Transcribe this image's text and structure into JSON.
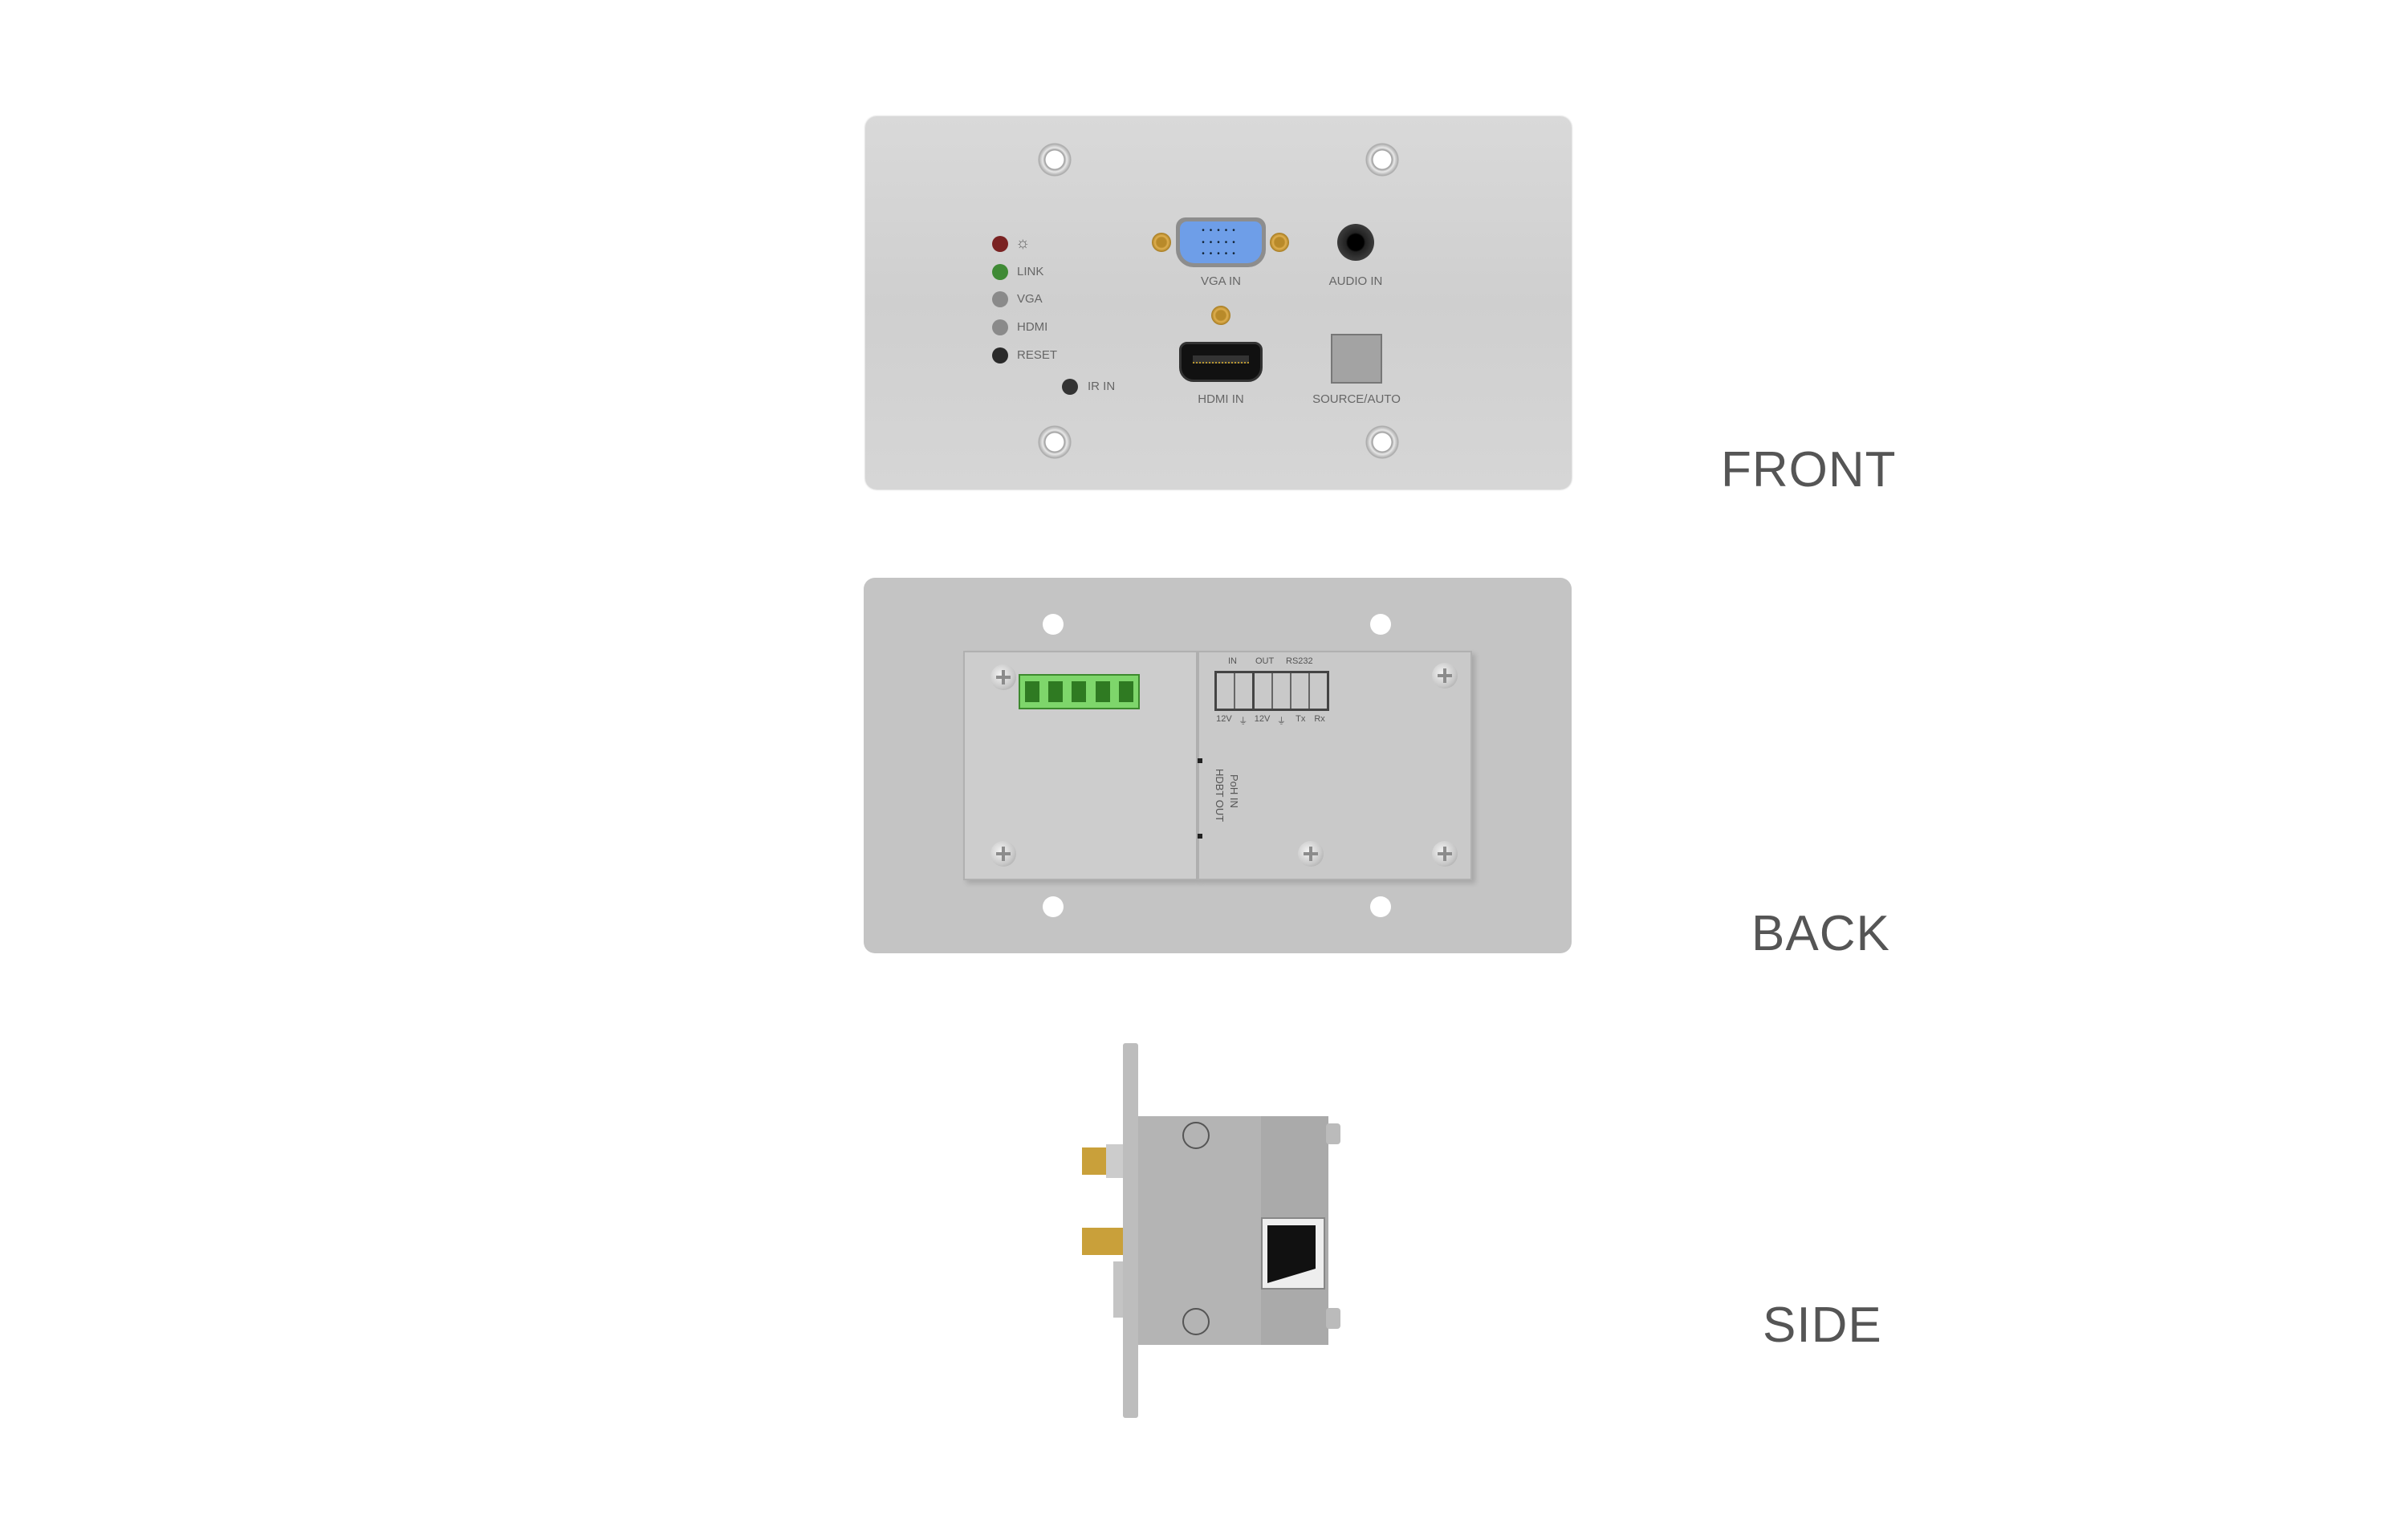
{
  "views": {
    "front": {
      "title": "FRONT",
      "leds": [
        {
          "label": "☼",
          "color": "#7a2222"
        },
        {
          "label": "LINK",
          "color": "#3f8a35"
        },
        {
          "label": "VGA",
          "color": "#8a8a8a"
        },
        {
          "label": "HDMI",
          "color": "#8a8a8a"
        },
        {
          "label": "RESET",
          "color": "#2a2a2a"
        }
      ],
      "ir_label": "IR IN",
      "vga_label": "VGA IN",
      "audio_label": "AUDIO IN",
      "hdmi_label": "HDMI IN",
      "source_label": "SOURCE/AUTO",
      "vga_color": "#6e9ee8"
    },
    "back": {
      "title": "BACK",
      "terminal_groups": [
        "IN",
        "OUT",
        "RS232"
      ],
      "terminal_pins": [
        "12V",
        "⏚",
        "12V",
        "⏚",
        "Tx",
        "Rx"
      ],
      "hdbt_label": "HDBT OUT",
      "poh_label": "PoH IN",
      "terminal_color": "#7ed66b"
    },
    "side": {
      "title": "SIDE"
    }
  }
}
